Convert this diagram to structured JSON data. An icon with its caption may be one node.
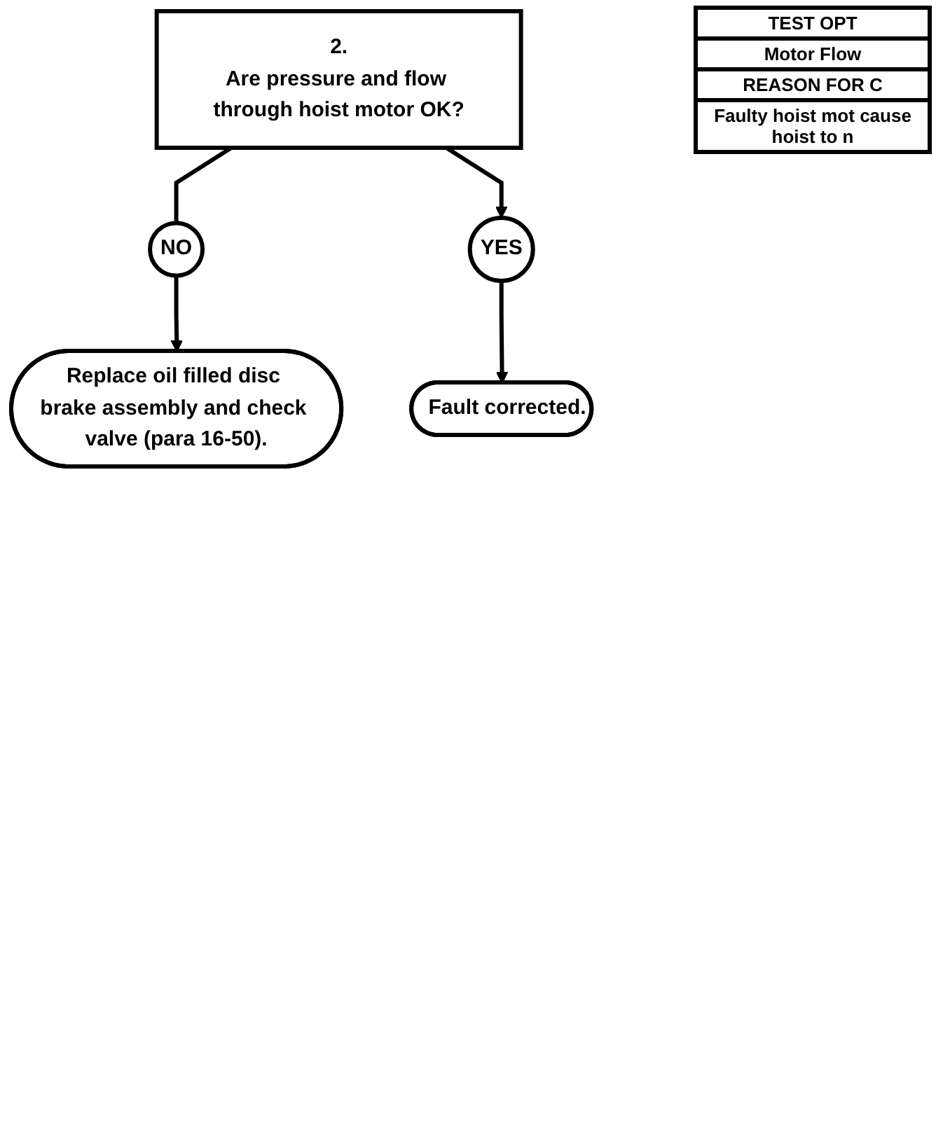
{
  "diagram": {
    "nodes": [
      {
        "text": [
          "2.",
          "Are pressure and flow through hoist motor OK?"
        ]
      },
      {
        "text": [
          "NO"
        ]
      },
      {
        "text": [
          "YES"
        ]
      },
      {
        "text": [
          "Replace oil filled disc brake assembly and check valve (para 16-50)."
        ]
      },
      {
        "text": [
          "Fault corrected."
        ]
      }
    ],
    "edges": [
      {
        "from": 0,
        "to": 1,
        "arrow": "none"
      },
      {
        "from": 0,
        "to": 2,
        "arrow": "to"
      },
      {
        "from": 1,
        "to": 3,
        "arrow": "to"
      },
      {
        "from": 2,
        "to": 4,
        "arrow": "to"
      }
    ],
    "labels": [
      "TEST OPT",
      "Motor Flow",
      "REASON FOR C",
      "Faulty hoist mot cause hoist to n"
    ]
  }
}
